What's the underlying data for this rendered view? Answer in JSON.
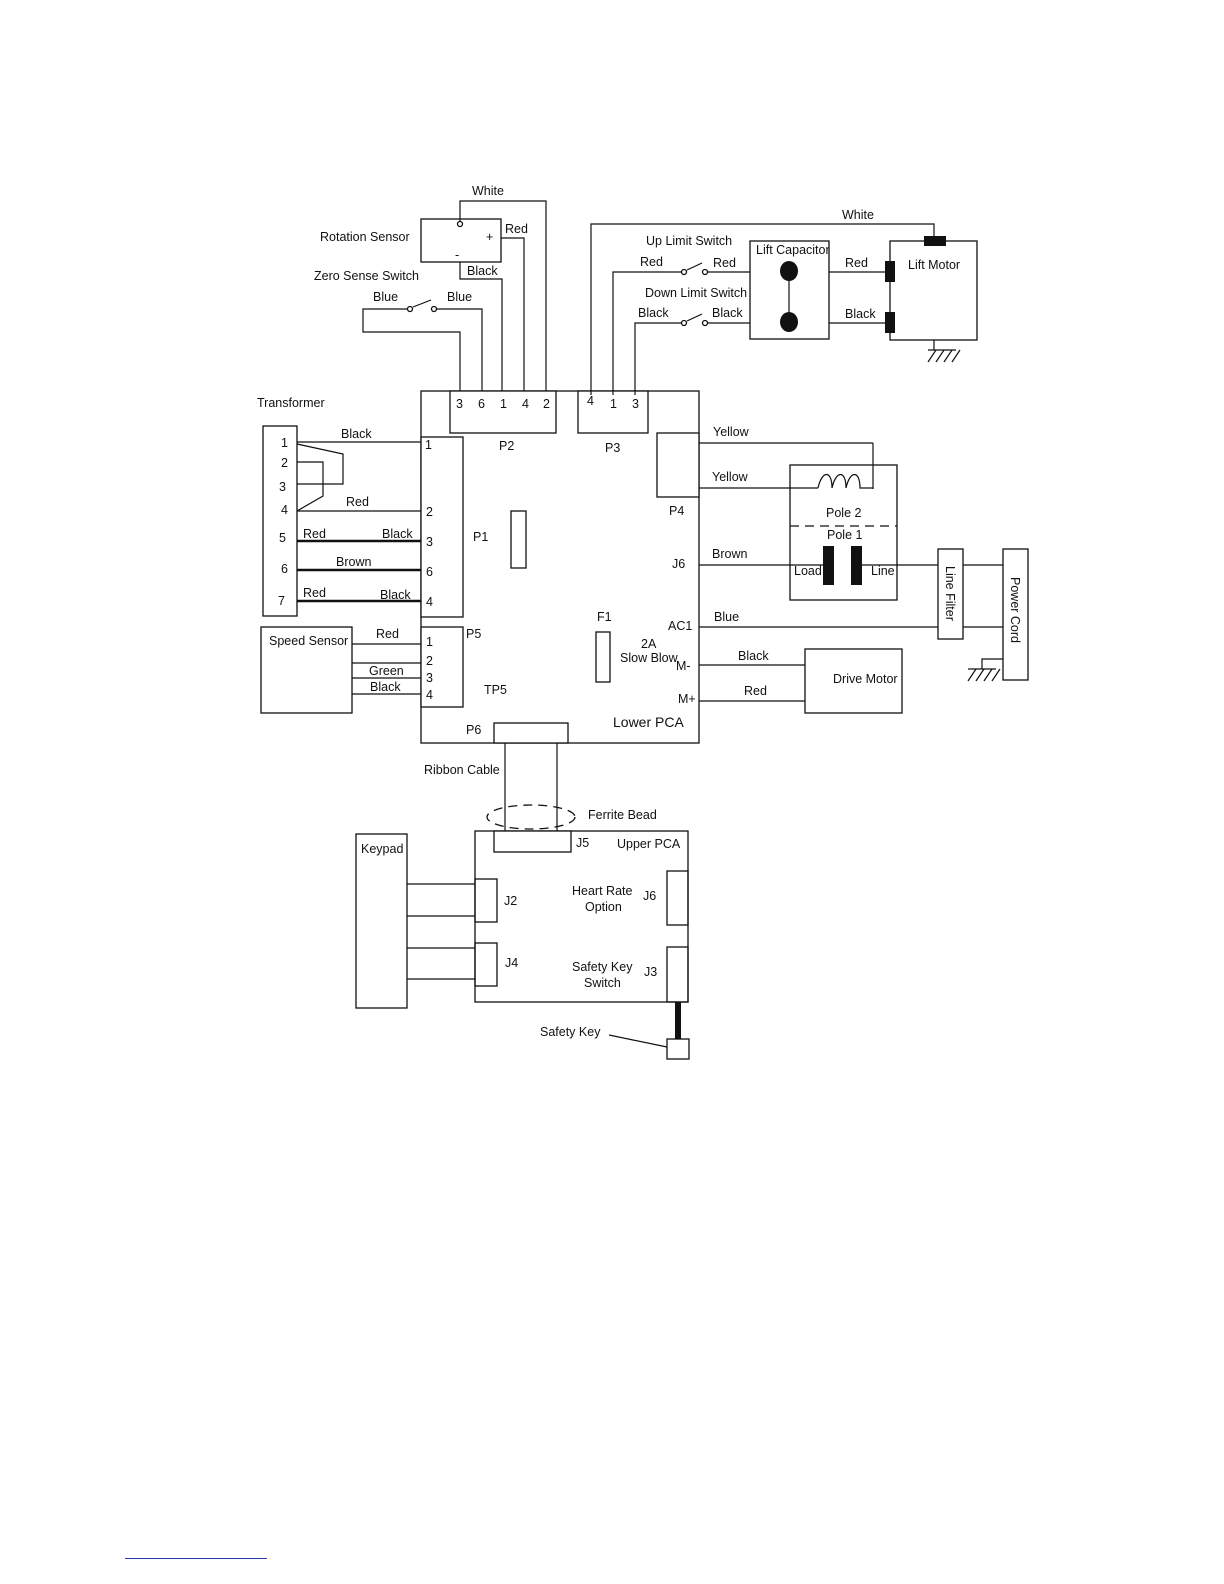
{
  "components": {
    "rotation_sensor": "Rotation Sensor",
    "zero_sense_switch": "Zero Sense Switch",
    "up_limit_switch": "Up Limit Switch",
    "down_limit_switch": "Down Limit Switch",
    "lift_capacitor": "Lift Capacitor",
    "lift_motor": "Lift Motor",
    "transformer": "Transformer",
    "speed_sensor": "Speed Sensor",
    "line_filter": "Line Filter",
    "power_cord": "Power Cord",
    "drive_motor": "Drive Motor",
    "lower_pca": "Lower PCA",
    "upper_pca": "Upper PCA",
    "ribbon_cable": "Ribbon Cable",
    "ferrite_bead": "Ferrite Bead",
    "keypad": "Keypad",
    "safety_key": "Safety Key",
    "heart_rate_option_1": "Heart Rate",
    "heart_rate_option_2": "Option",
    "safety_key_switch_1": "Safety Key",
    "safety_key_switch_2": "Switch",
    "fuse_rating": "2A",
    "fuse_type": "Slow Blow",
    "pole_2": "Pole 2",
    "pole_1": "Pole 1",
    "load": "Load",
    "line": "Line",
    "plus": "+",
    "minus": "-"
  },
  "connectors": {
    "p1": "P1",
    "p2": "P2",
    "p3": "P3",
    "p4": "P4",
    "p5": "P5",
    "p6": "P6",
    "j2": "J2",
    "j3": "J3",
    "j4": "J4",
    "j5": "J5",
    "j6": "J6",
    "j6_upper": "J6",
    "tp5": "TP5",
    "f1": "F1",
    "ac1": "AC1",
    "m_minus": "M-",
    "m_plus": "M+"
  },
  "pins": {
    "p2": [
      "3",
      "6",
      "1",
      "4",
      "2"
    ],
    "p3": [
      "4",
      "1",
      "3"
    ],
    "p1": [
      "1",
      "2",
      "3",
      "6",
      "4"
    ],
    "p5": [
      "1",
      "2",
      "3",
      "4"
    ],
    "transformer": [
      "1",
      "2",
      "3",
      "4",
      "5",
      "6",
      "7"
    ]
  },
  "wires": {
    "white_top": "White",
    "red_rotation": "Red",
    "black_rotation": "Black",
    "blue_zero_left": "Blue",
    "blue_zero_right": "Blue",
    "white_lift": "White",
    "red_up_left": "Red",
    "red_up_right": "Red",
    "red_cap_motor": "Red",
    "black_down_left": "Black",
    "black_down_right": "Black",
    "black_cap_motor": "Black",
    "xfmr_black_1": "Black",
    "xfmr_red_4": "Red",
    "xfmr_red_5": "Red",
    "xfmr_black_5": "Black",
    "xfmr_brown_6": "Brown",
    "xfmr_red_7": "Red",
    "xfmr_black_7": "Black",
    "speed_red": "Red",
    "speed_green": "Green",
    "speed_black": "Black",
    "yellow_1": "Yellow",
    "yellow_2": "Yellow",
    "brown_j6": "Brown",
    "blue_ac1": "Blue",
    "black_m_minus": "Black",
    "red_m_plus": "Red"
  }
}
